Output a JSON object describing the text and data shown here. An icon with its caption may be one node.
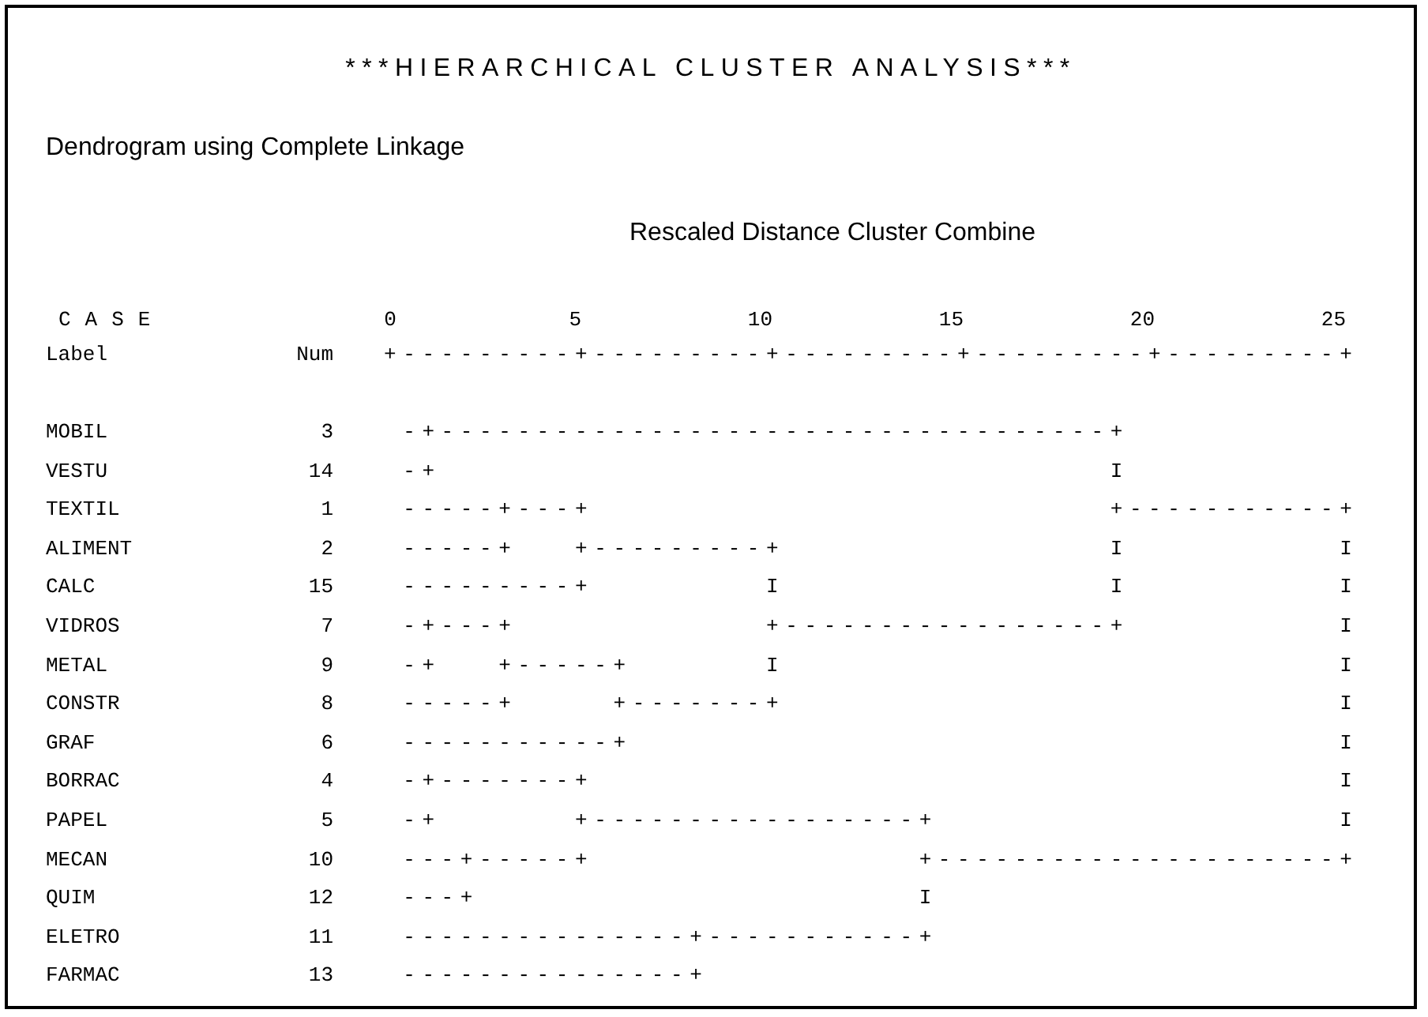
{
  "diagram": {
    "title": "***HIERARCHICAL CLUSTER ANALYSIS***",
    "labels": [
      "Dendrogram using Complete Linkage",
      "Rescaled Distance Cluster Combine",
      "CASE",
      "0",
      "5",
      "10",
      "15",
      "20",
      "25",
      "Label",
      "Num",
      "+---------+---------+---------+---------+---------+",
      "MOBIL",
      "3",
      " -+-----------------------------------+",
      "VESTU",
      "14",
      " -+                                   I",
      "TEXTIL",
      "1",
      " -----+---+                           +-----------+",
      "ALIMENT",
      "2",
      " -----+   +---------+                 I           I",
      "CALC",
      "15",
      " ---------+         I                 I           I",
      "VIDROS",
      "7",
      " -+---+             +-----------------+           I",
      "METAL",
      "9",
      " -+   +-----+       I                             I",
      "CONSTR",
      "8",
      " -----+     +-------+                             I",
      "GRAF",
      "6",
      " -----------+                                     I",
      "BORRAC",
      "4",
      " -+-------+                                       I",
      "PAPEL",
      "5",
      " -+       +-----------------+                     I",
      "MECAN",
      "10",
      " ---+-----+                 +---------------------+",
      "QUIM",
      "12",
      " ---+                       I",
      "ELETRO",
      "11",
      " ---------------+-----------+",
      "FARMAC",
      "13",
      " ---------------+"
    ]
  }
}
